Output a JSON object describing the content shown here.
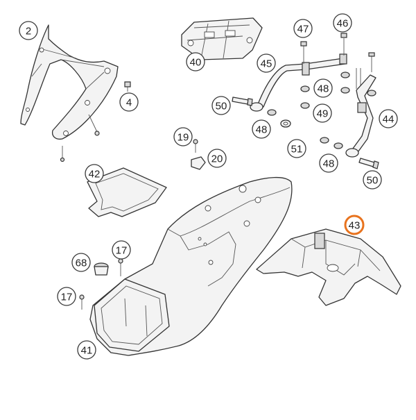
{
  "highlight_color": "#e8731e",
  "callouts": [
    {
      "id": "c2",
      "label": "2",
      "highlight": false
    },
    {
      "id": "c4",
      "label": "4",
      "highlight": false
    },
    {
      "id": "c40",
      "label": "40",
      "highlight": false
    },
    {
      "id": "c45",
      "label": "45",
      "highlight": false
    },
    {
      "id": "c47",
      "label": "47",
      "highlight": false
    },
    {
      "id": "c46",
      "label": "46",
      "highlight": false
    },
    {
      "id": "c48a",
      "label": "48",
      "highlight": false
    },
    {
      "id": "c50a",
      "label": "50",
      "highlight": false
    },
    {
      "id": "c49",
      "label": "49",
      "highlight": false
    },
    {
      "id": "c44",
      "label": "44",
      "highlight": false
    },
    {
      "id": "c48b",
      "label": "48",
      "highlight": false
    },
    {
      "id": "c51",
      "label": "51",
      "highlight": false
    },
    {
      "id": "c19",
      "label": "19",
      "highlight": false
    },
    {
      "id": "c20",
      "label": "20",
      "highlight": false
    },
    {
      "id": "c48c",
      "label": "48",
      "highlight": false
    },
    {
      "id": "c50b",
      "label": "50",
      "highlight": false
    },
    {
      "id": "c42",
      "label": "42",
      "highlight": false
    },
    {
      "id": "c43",
      "label": "43",
      "highlight": true
    },
    {
      "id": "c17a",
      "label": "17",
      "highlight": false
    },
    {
      "id": "c68",
      "label": "68",
      "highlight": false
    },
    {
      "id": "c17b",
      "label": "17",
      "highlight": false
    },
    {
      "id": "c41",
      "label": "41",
      "highlight": false
    }
  ]
}
